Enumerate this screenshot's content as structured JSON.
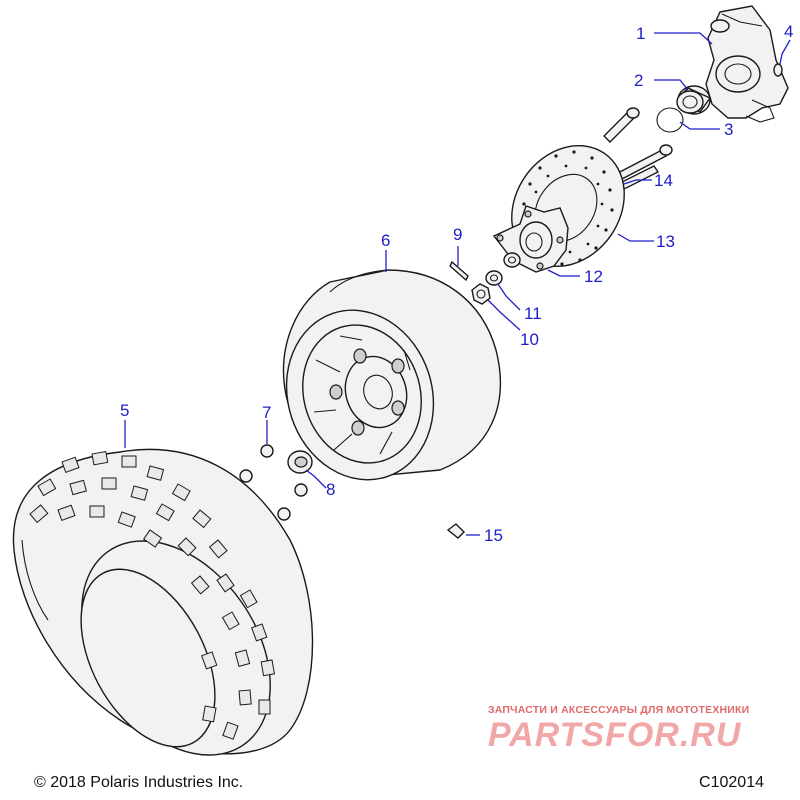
{
  "callouts": {
    "c1": "1",
    "c2": "2",
    "c3": "3",
    "c4": "4",
    "c5": "5",
    "c6": "6",
    "c7": "7",
    "c8": "8",
    "c9": "9",
    "c10": "10",
    "c11": "11",
    "c12": "12",
    "c13": "13",
    "c14": "14",
    "c15": "15"
  },
  "footer": {
    "copyright": "© 2018 Polaris Industries Inc.",
    "figure_id": "C102014"
  },
  "watermark": {
    "tagline": "ЗАПЧАСТИ И АКСЕССУАРЫ ДЛЯ МОТОТЕХНИКИ",
    "brand": "PARTSFOR.RU"
  },
  "colors": {
    "callout": "#1e1ec8",
    "watermark": "#e87a7a"
  }
}
